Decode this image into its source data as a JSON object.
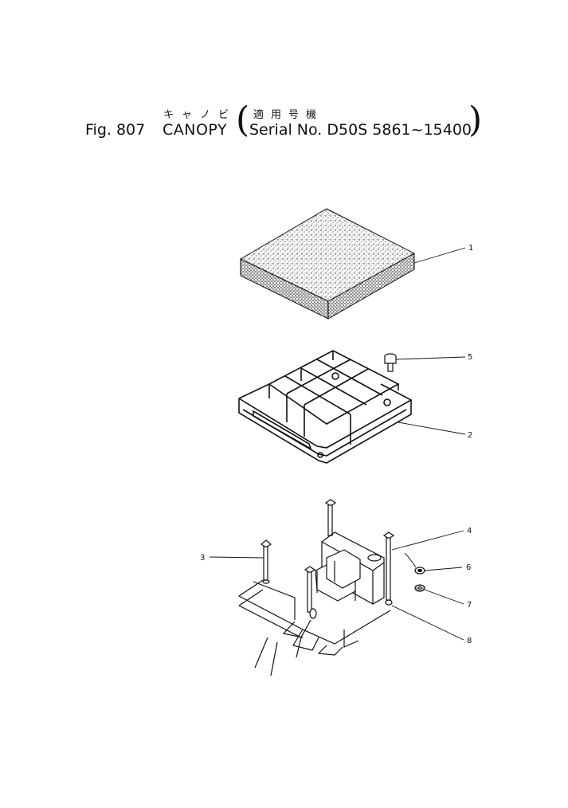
{
  "header": {
    "title_ja": "キャノビ",
    "serial_ja": "適用号機",
    "fig_label": "Fig. 807",
    "fig_name": "CANOPY",
    "serial_text": "Serial No. D50S 5861~15400"
  },
  "callouts": {
    "c1": "1",
    "c2": "2",
    "c3": "3",
    "c4": "4",
    "c5": "5",
    "c6": "6",
    "c7": "7",
    "c8": "8"
  }
}
